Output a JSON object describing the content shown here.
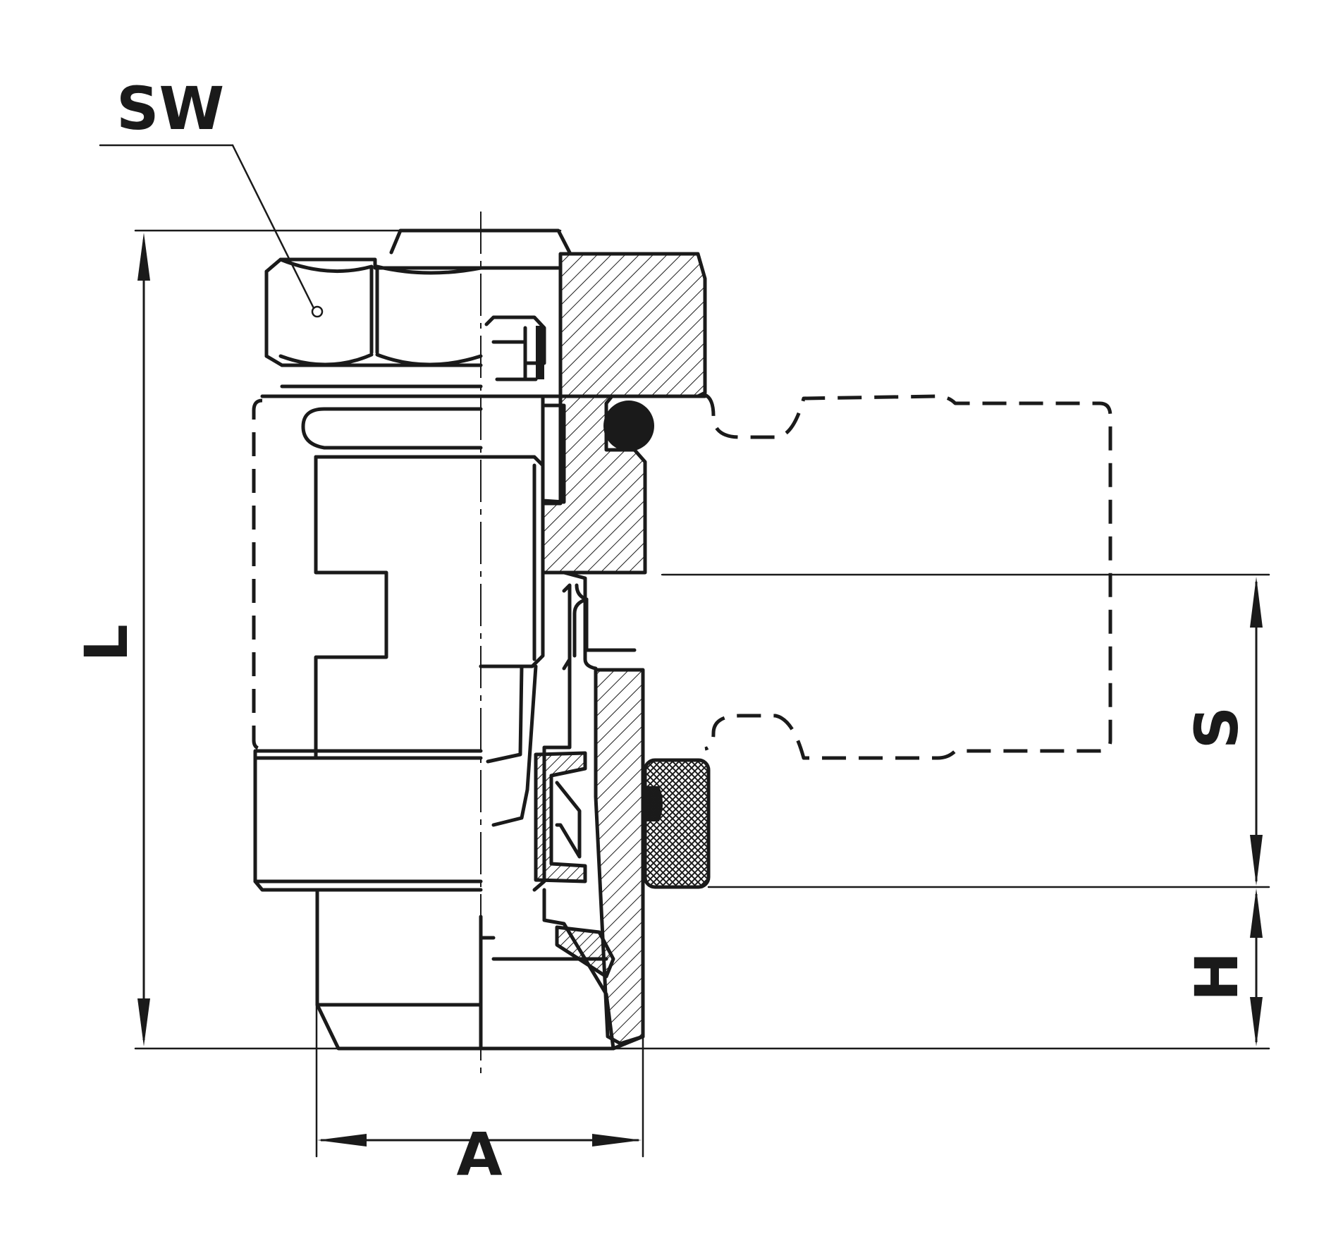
{
  "labels": {
    "sw": "SW",
    "l": "L",
    "a": "A",
    "s": "S",
    "h": "H"
  },
  "colors": {
    "line": "#1a1a1a",
    "background": "#ffffff"
  }
}
